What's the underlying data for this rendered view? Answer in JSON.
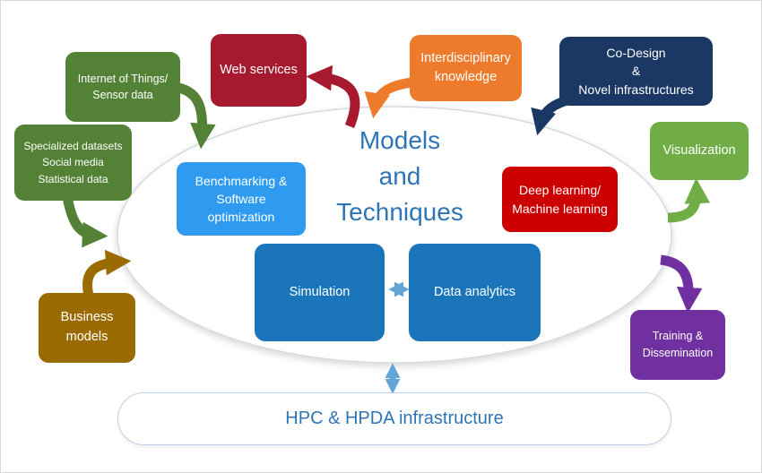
{
  "title": "Models\nand\nTechniques",
  "title_color": "#2E75B6",
  "nodes": {
    "iot": {
      "label": "Internet of Things/\nSensor data",
      "color": "#538135"
    },
    "specialized": {
      "label": "Specialized datasets\nSocial media\nStatistical data",
      "color": "#538135"
    },
    "business": {
      "label": "Business\nmodels",
      "color": "#9A6B00"
    },
    "web_services": {
      "label": "Web services",
      "color": "#A6192E"
    },
    "interdisciplinary": {
      "label": "Interdisciplinary\nknowledge",
      "color": "#EE7B2C"
    },
    "codesign": {
      "label": "Co-Design\n&\nNovel infrastructures",
      "color": "#1B3764"
    },
    "visualization": {
      "label": "Visualization",
      "color": "#70AD47"
    },
    "training": {
      "label": "Training &\nDissemination",
      "color": "#7030A0"
    },
    "benchmarking": {
      "label": "Benchmarking &\nSoftware\noptimization",
      "color": "#2E9BF0"
    },
    "deep_learning": {
      "label": "Deep learning/\nMachine learning",
      "color": "#CC0000"
    },
    "simulation": {
      "label": "Simulation",
      "color": "#1B75BB"
    },
    "data_analytics": {
      "label": "Data analytics",
      "color": "#1B75BB"
    },
    "hpc": {
      "label": "HPC & HPDA infrastructure",
      "border_color": "#BDD0E9",
      "text_color": "#2E75B6"
    }
  },
  "arrows": [
    {
      "name": "iot-to-core",
      "color": "#538135",
      "bidirectional": false
    },
    {
      "name": "specialized-datasets-to-core",
      "color": "#538135",
      "bidirectional": false
    },
    {
      "name": "business-models-to-core",
      "color": "#9A6B00",
      "bidirectional": false
    },
    {
      "name": "core-to-web-services",
      "color": "#A6192E",
      "bidirectional": false
    },
    {
      "name": "interdisciplinary-to-core",
      "color": "#EE7B2C",
      "bidirectional": false
    },
    {
      "name": "codesign-to-core",
      "color": "#1B3764",
      "bidirectional": false
    },
    {
      "name": "core-to-visualization",
      "color": "#70AD47",
      "bidirectional": false
    },
    {
      "name": "core-to-training",
      "color": "#7030A0",
      "bidirectional": false
    },
    {
      "name": "simulation-data-analytics",
      "color": "#64A5D7",
      "bidirectional": true
    },
    {
      "name": "core-hpc-infrastructure",
      "color": "#64A5D7",
      "bidirectional": true
    }
  ]
}
